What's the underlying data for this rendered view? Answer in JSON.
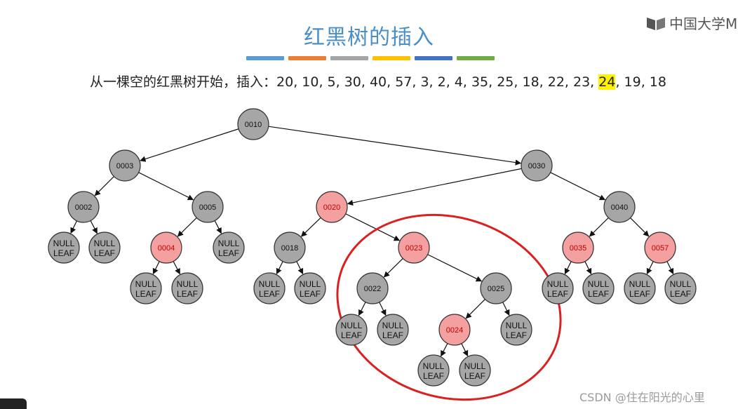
{
  "header": {
    "logo_text": "中国大学MO",
    "title": "红黑树的插入",
    "stripes": [
      "#5b9bd5",
      "#ed7d31",
      "#a5a5a5",
      "#ffc000",
      "#4472c4",
      "#70ad47"
    ]
  },
  "sequence": {
    "prefix": "从一棵空的红黑树开始，插入：",
    "before": "20, 10, 5, 30, 40, 57, 3, 2, 4, 35, 25, 18, 22, 23, ",
    "highlight": "24",
    "after": ", 19, 18"
  },
  "colors": {
    "black_node": "#a6a6a6",
    "red_node": "#f4a0a0",
    "red_text": "#c00000",
    "annotation": "#d92121"
  },
  "tree": {
    "nodes": [
      {
        "id": "n10",
        "label": "0010",
        "color": "black"
      },
      {
        "id": "n3",
        "label": "0003",
        "color": "black"
      },
      {
        "id": "n30",
        "label": "0030",
        "color": "black"
      },
      {
        "id": "n2",
        "label": "0002",
        "color": "black"
      },
      {
        "id": "n5",
        "label": "0005",
        "color": "black"
      },
      {
        "id": "n20",
        "label": "0020",
        "color": "red"
      },
      {
        "id": "n40",
        "label": "0040",
        "color": "black"
      },
      {
        "id": "n4",
        "label": "0004",
        "color": "red"
      },
      {
        "id": "n18",
        "label": "0018",
        "color": "black"
      },
      {
        "id": "n23",
        "label": "0023",
        "color": "red"
      },
      {
        "id": "n35",
        "label": "0035",
        "color": "red"
      },
      {
        "id": "n57",
        "label": "0057",
        "color": "red"
      },
      {
        "id": "n22",
        "label": "0022",
        "color": "black"
      },
      {
        "id": "n25",
        "label": "0025",
        "color": "black"
      },
      {
        "id": "n24",
        "label": "0024",
        "color": "red"
      }
    ],
    "leaf_text": [
      "NULL",
      "LEAF"
    ],
    "edges": [
      [
        "n10",
        "n3"
      ],
      [
        "n10",
        "n30"
      ],
      [
        "n3",
        "n2"
      ],
      [
        "n3",
        "n5"
      ],
      [
        "n30",
        "n20"
      ],
      [
        "n30",
        "n40"
      ],
      [
        "n2",
        "l1"
      ],
      [
        "n2",
        "l2"
      ],
      [
        "n5",
        "n4"
      ],
      [
        "n5",
        "l3"
      ],
      [
        "n4",
        "l4"
      ],
      [
        "n4",
        "l5"
      ],
      [
        "n20",
        "n18"
      ],
      [
        "n20",
        "n23"
      ],
      [
        "n18",
        "l6"
      ],
      [
        "n18",
        "l7"
      ],
      [
        "n23",
        "n22"
      ],
      [
        "n23",
        "n25"
      ],
      [
        "n22",
        "l8"
      ],
      [
        "n22",
        "l9"
      ],
      [
        "n25",
        "n24"
      ],
      [
        "n25",
        "l10"
      ],
      [
        "n24",
        "l11"
      ],
      [
        "n24",
        "l12"
      ],
      [
        "n40",
        "n35"
      ],
      [
        "n40",
        "n57"
      ],
      [
        "n35",
        "l13"
      ],
      [
        "n35",
        "l14"
      ],
      [
        "n57",
        "l15"
      ],
      [
        "n57",
        "l16"
      ]
    ]
  },
  "watermark": "CSDN @住在阳光的心里"
}
